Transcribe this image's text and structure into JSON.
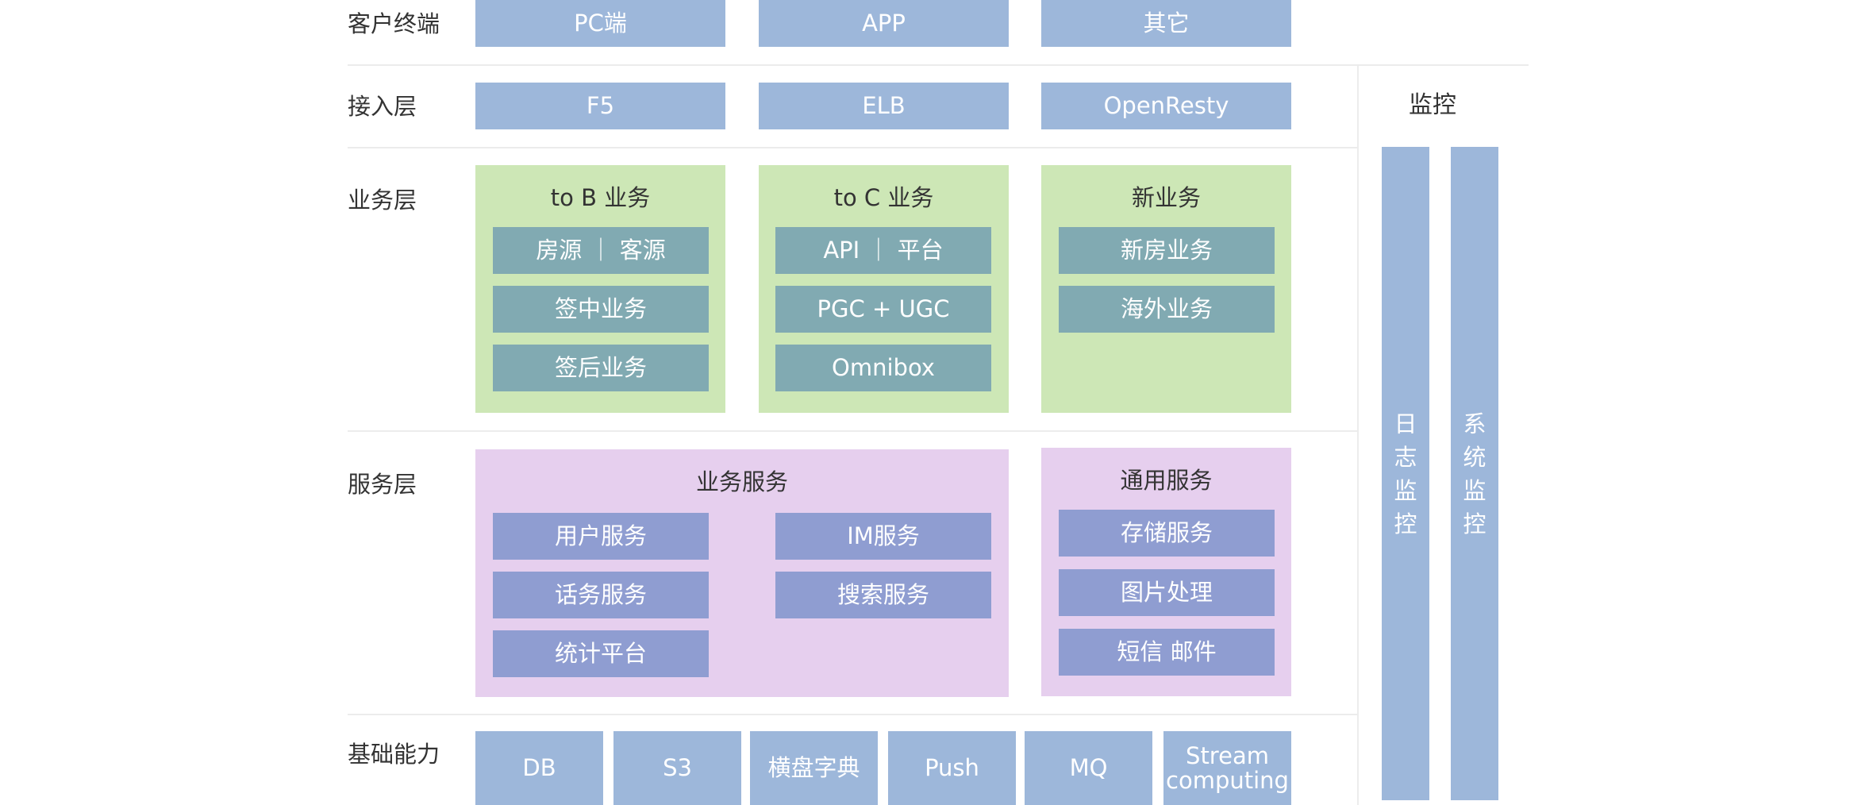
{
  "layers": {
    "client": {
      "label": "客户终端",
      "items": [
        "PC端",
        "APP",
        "其它"
      ]
    },
    "access": {
      "label": "接入层",
      "items": [
        "F5",
        "ELB",
        "OpenResty"
      ]
    },
    "business": {
      "label": "业务层",
      "panels": [
        {
          "title": "to B 业务",
          "items": [
            "房源 ｜ 客源",
            "签中业务",
            "签后业务"
          ]
        },
        {
          "title": "to C 业务",
          "items": [
            "API ｜ 平台",
            "PGC + UGC",
            "Omnibox"
          ]
        },
        {
          "title": "新业务",
          "items": [
            "新房业务",
            "海外业务"
          ]
        }
      ]
    },
    "service": {
      "label": "服务层",
      "business_services": {
        "title": "业务服务",
        "items": [
          "用户服务",
          "IM服务",
          "话务服务",
          "搜索服务",
          "统计平台"
        ]
      },
      "common_services": {
        "title": "通用服务",
        "items": [
          "存储服务",
          "图片处理",
          "短信 邮件"
        ]
      }
    },
    "foundation": {
      "label": "基础能力",
      "items": [
        "DB",
        "S3",
        "横盘字典",
        "Push",
        "MQ",
        "Stream computing"
      ]
    }
  },
  "monitoring": {
    "title": "监控",
    "columns": [
      {
        "label": "日志监控",
        "chars": [
          "日",
          "志",
          "监",
          "控"
        ]
      },
      {
        "label": "系统监控",
        "chars": [
          "系",
          "统",
          "监",
          "控"
        ]
      }
    ]
  },
  "colors": {
    "blue_box": "#9db7da",
    "teal_box": "#81aab2",
    "purple_box": "#8f9dd1",
    "green_panel": "#cde7b6",
    "pink_panel": "#e6cfee",
    "divider": "#ececec",
    "label_text": "#333333"
  }
}
